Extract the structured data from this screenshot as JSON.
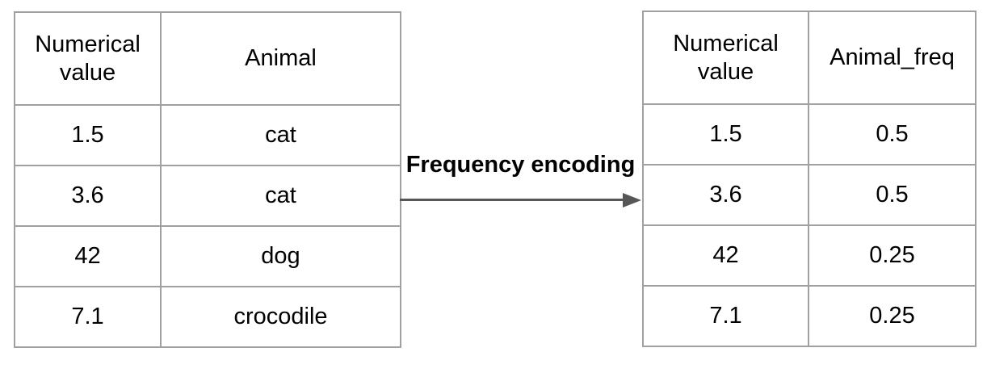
{
  "colors": {
    "background": "#ffffff",
    "table_border": "#a0a0a0",
    "text": "#000000",
    "arrow": "#565656"
  },
  "left_table": {
    "headers": [
      "Numerical value",
      "Animal"
    ],
    "rows": [
      [
        "1.5",
        "cat"
      ],
      [
        "3.6",
        "cat"
      ],
      [
        "42",
        "dog"
      ],
      [
        "7.1",
        "crocodile"
      ]
    ]
  },
  "arrow": {
    "label": "Frequency encoding"
  },
  "right_table": {
    "headers": [
      "Numerical value",
      "Animal_freq"
    ],
    "rows": [
      [
        "1.5",
        "0.5"
      ],
      [
        "3.6",
        "0.5"
      ],
      [
        "42",
        "0.25"
      ],
      [
        "7.1",
        "0.25"
      ]
    ]
  }
}
